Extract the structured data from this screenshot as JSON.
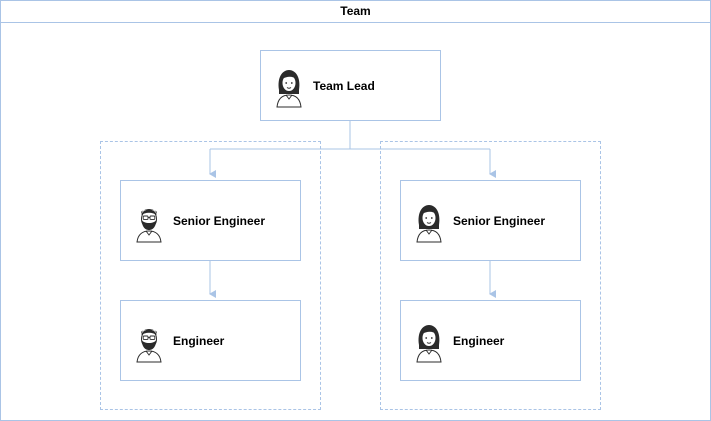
{
  "diagram": {
    "title": "Team",
    "lead": {
      "label": "Team Lead",
      "avatar": "woman-avatar-icon"
    },
    "branches": [
      {
        "senior": {
          "label": "Senior Engineer",
          "avatar": "bearded-man-glasses-avatar-icon"
        },
        "engineer": {
          "label": "Engineer",
          "avatar": "bearded-man-glasses-avatar-icon"
        }
      },
      {
        "senior": {
          "label": "Senior Engineer",
          "avatar": "woman-avatar-icon"
        },
        "engineer": {
          "label": "Engineer",
          "avatar": "woman-avatar-icon"
        }
      }
    ],
    "colors": {
      "border": "#aac4e6",
      "text": "#000000"
    }
  }
}
